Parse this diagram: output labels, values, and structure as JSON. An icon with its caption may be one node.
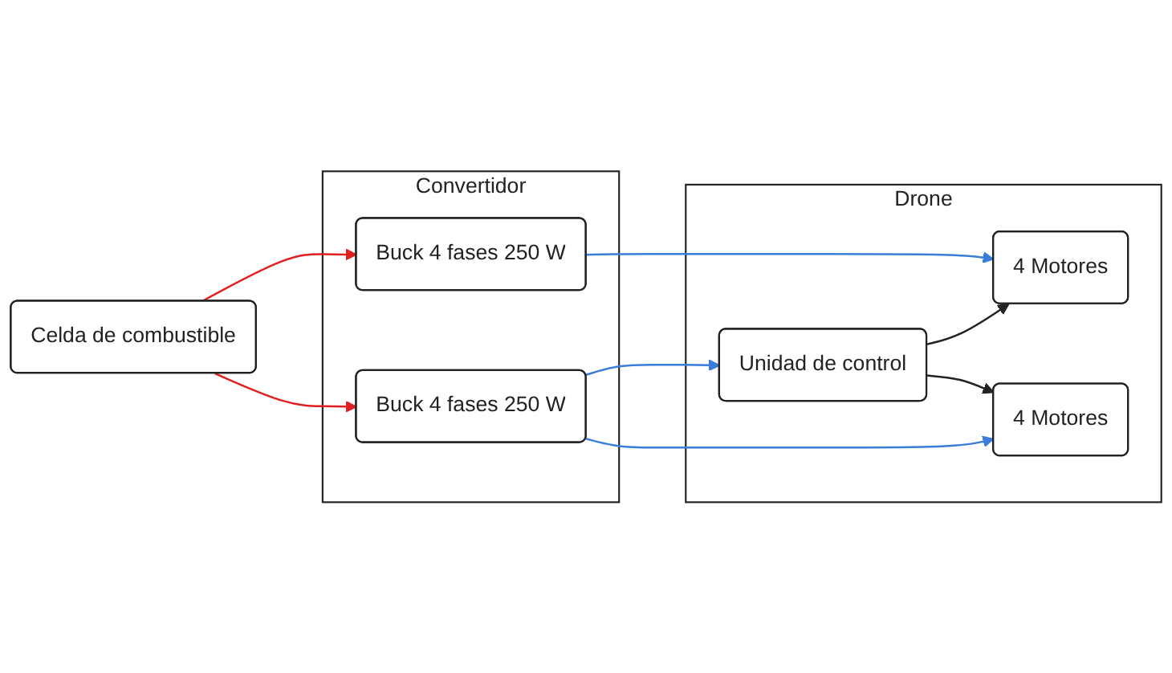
{
  "diagram": {
    "nodes": [
      {
        "text": [
          "Celda de combustible"
        ]
      },
      {
        "text": [
          "Convertidor"
        ]
      },
      {
        "text": [
          "Buck 4 fases 250 W"
        ],
        "in": 1
      },
      {
        "text": [
          "Buck 4 fases 250 W"
        ],
        "in": 1
      },
      {
        "text": [
          "Drone"
        ]
      },
      {
        "text": [
          "4 Motores"
        ],
        "in": 4
      },
      {
        "text": [
          "Unidad de control"
        ],
        "in": 4
      },
      {
        "text": [
          "4 Motores"
        ],
        "in": 4
      }
    ],
    "edges": [
      {
        "from": 0,
        "to": 2,
        "arrow": "to",
        "color": "#e02020"
      },
      {
        "from": 0,
        "to": 3,
        "arrow": "to",
        "color": "#e02020"
      },
      {
        "from": 2,
        "to": 5,
        "arrow": "to",
        "color": "#3b7dd8"
      },
      {
        "from": 3,
        "to": 6,
        "arrow": "to",
        "color": "#3b7dd8"
      },
      {
        "from": 3,
        "to": 7,
        "arrow": "to",
        "color": "#3b7dd8"
      },
      {
        "from": 6,
        "to": 5,
        "arrow": "to",
        "color": "#222222"
      },
      {
        "from": 6,
        "to": 7,
        "arrow": "to",
        "color": "#222222"
      }
    ]
  }
}
